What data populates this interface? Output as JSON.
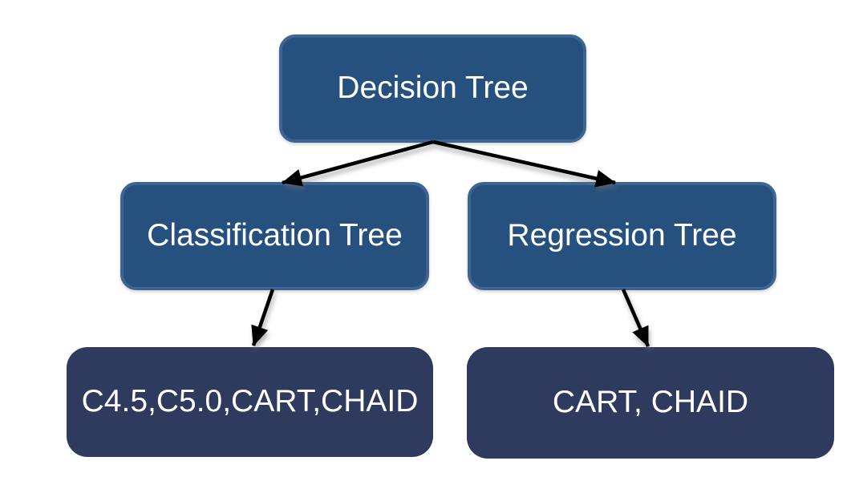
{
  "diagram": {
    "type": "tree",
    "description": "Decision tree taxonomy flowchart",
    "nodes": [
      {
        "id": "decision-tree",
        "label": "Decision Tree",
        "level": 1,
        "style": "blue"
      },
      {
        "id": "classification-tree",
        "label": "Classification Tree",
        "level": 2,
        "style": "blue"
      },
      {
        "id": "regression-tree",
        "label": "Regression Tree",
        "level": 2,
        "style": "blue"
      },
      {
        "id": "classification-algorithms",
        "label": "C4.5,C5.0,CART,CHAID",
        "level": 3,
        "style": "dark"
      },
      {
        "id": "regression-algorithms",
        "label": "CART, CHAID",
        "level": 3,
        "style": "dark"
      }
    ],
    "edges": [
      {
        "from": "decision-tree",
        "to": "classification-tree"
      },
      {
        "from": "decision-tree",
        "to": "regression-tree"
      },
      {
        "from": "classification-tree",
        "to": "classification-algorithms"
      },
      {
        "from": "regression-tree",
        "to": "regression-algorithms"
      }
    ],
    "colors": {
      "node_fill_blue": "#26507D",
      "node_border_blue": "#3D6493",
      "node_fill_dark": "#2E3B5E",
      "text": "#FFFFFF",
      "arrow": "#000000",
      "background": "#FFFFFF"
    }
  }
}
